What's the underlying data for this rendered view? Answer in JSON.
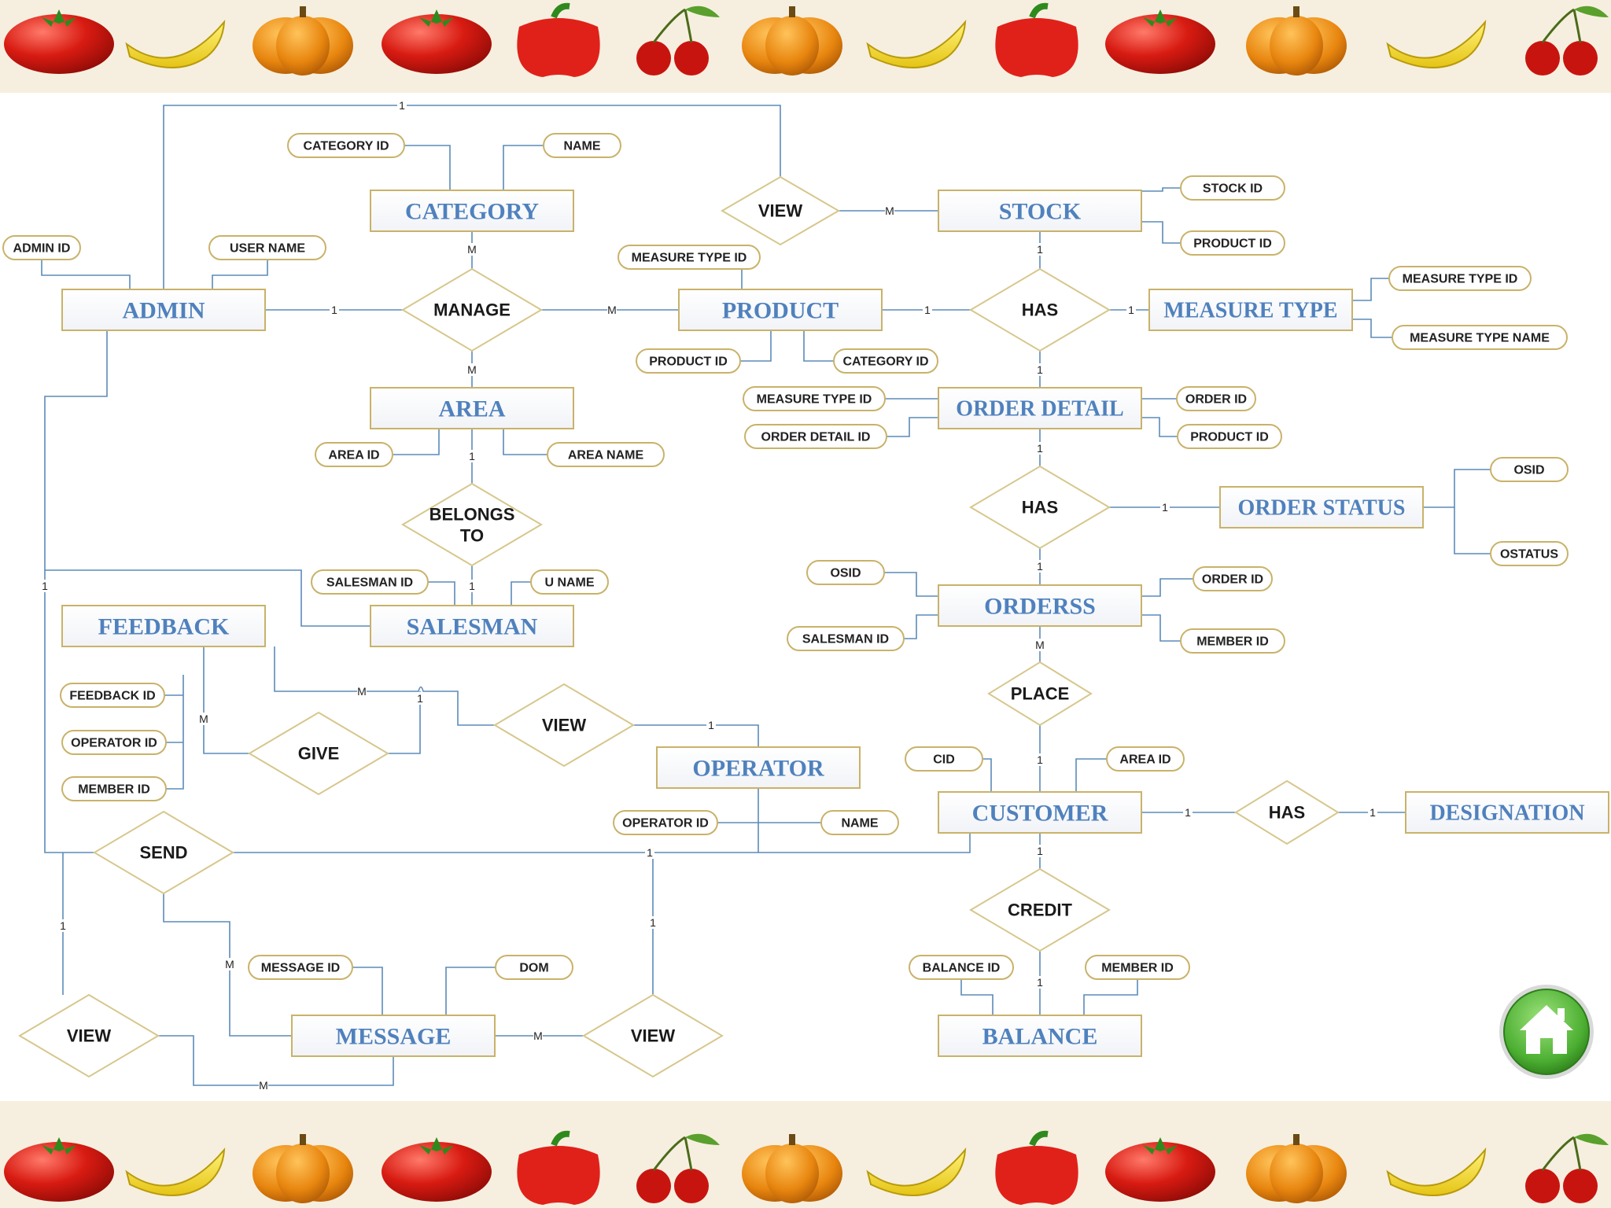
{
  "colors": {
    "background": "#ffffff",
    "band": "#f6efdf",
    "entity_text": "#4f81bd",
    "entity_border": "#c9b26a",
    "relationship_border": "#d6c78c",
    "line": "#5b8bb8",
    "home_button": "#4caf32"
  },
  "decor": {
    "fruit_row": [
      "tomato-icon",
      "banana-icon",
      "pumpkin-icon",
      "tomato-icon",
      "bell-pepper-icon",
      "cherries-icon",
      "pumpkin-icon",
      "banana-icon",
      "bell-pepper-icon",
      "tomato-icon",
      "pumpkin-icon",
      "banana-icon",
      "cherries-icon"
    ]
  },
  "home_button": {
    "icon": "home-icon"
  },
  "entities": [
    {
      "id": "admin",
      "label": "ADMIN"
    },
    {
      "id": "category",
      "label": "CATEGORY"
    },
    {
      "id": "area",
      "label": "AREA"
    },
    {
      "id": "salesman",
      "label": "SALESMAN"
    },
    {
      "id": "feedback",
      "label": "FEEDBACK"
    },
    {
      "id": "operator",
      "label": "OPERATOR"
    },
    {
      "id": "message",
      "label": "MESSAGE"
    },
    {
      "id": "product",
      "label": "PRODUCT"
    },
    {
      "id": "stock",
      "label": "STOCK"
    },
    {
      "id": "measure_type",
      "label": "MEASURE TYPE"
    },
    {
      "id": "order_detail",
      "label": "ORDER DETAIL"
    },
    {
      "id": "order_status",
      "label": "ORDER STATUS"
    },
    {
      "id": "orderss",
      "label": "ORDERSS"
    },
    {
      "id": "customer",
      "label": "CUSTOMER"
    },
    {
      "id": "designation",
      "label": "DESIGNATION"
    },
    {
      "id": "balance",
      "label": "BALANCE"
    }
  ],
  "relationships": [
    {
      "id": "view_stock",
      "label": "VIEW"
    },
    {
      "id": "manage",
      "label": "MANAGE"
    },
    {
      "id": "has_stock",
      "label": "HAS"
    },
    {
      "id": "belongs_to",
      "label": "BELONGS TO",
      "lines": [
        "BELONGS",
        "TO"
      ]
    },
    {
      "id": "has_status",
      "label": "HAS"
    },
    {
      "id": "give",
      "label": "GIVE"
    },
    {
      "id": "view_operator",
      "label": "VIEW"
    },
    {
      "id": "place",
      "label": "PLACE"
    },
    {
      "id": "send",
      "label": "SEND"
    },
    {
      "id": "has_designation",
      "label": "HAS"
    },
    {
      "id": "credit",
      "label": "CREDIT"
    },
    {
      "id": "view_admin",
      "label": "VIEW"
    },
    {
      "id": "view_message",
      "label": "VIEW"
    }
  ],
  "attributes": [
    {
      "id": "category_id",
      "label": "CATEGORY ID"
    },
    {
      "id": "category_name",
      "label": "NAME"
    },
    {
      "id": "admin_id",
      "label": "ADMIN ID"
    },
    {
      "id": "user_name",
      "label": "USER NAME"
    },
    {
      "id": "stock_id",
      "label": "STOCK ID"
    },
    {
      "id": "stock_product_id",
      "label": "PRODUCT ID"
    },
    {
      "id": "product_measure_type_id",
      "label": "MEASURE TYPE ID"
    },
    {
      "id": "mt_measure_type_id",
      "label": "MEASURE TYPE ID"
    },
    {
      "id": "mt_measure_type_name",
      "label": "MEASURE TYPE NAME"
    },
    {
      "id": "product_product_id",
      "label": "PRODUCT ID"
    },
    {
      "id": "product_category_id",
      "label": "CATEGORY ID"
    },
    {
      "id": "od_measure_type_id",
      "label": "MEASURE TYPE ID"
    },
    {
      "id": "od_order_detail_id",
      "label": "ORDER DETAIL ID"
    },
    {
      "id": "od_order_id",
      "label": "ORDER ID"
    },
    {
      "id": "od_product_id",
      "label": "PRODUCT ID"
    },
    {
      "id": "area_id",
      "label": "AREA ID"
    },
    {
      "id": "area_name",
      "label": "AREA NAME"
    },
    {
      "id": "os_osid",
      "label": "OSID"
    },
    {
      "id": "os_ostatus",
      "label": "OSTATUS"
    },
    {
      "id": "salesman_id",
      "label": "SALESMAN ID"
    },
    {
      "id": "u_name",
      "label": "U NAME"
    },
    {
      "id": "orderss_osid",
      "label": "OSID"
    },
    {
      "id": "orderss_salesman_id",
      "label": "SALESMAN ID"
    },
    {
      "id": "orderss_order_id",
      "label": "ORDER ID"
    },
    {
      "id": "orderss_member_id",
      "label": "MEMBER ID"
    },
    {
      "id": "feedback_id",
      "label": "FEEDBACK ID"
    },
    {
      "id": "feedback_operator_id",
      "label": "OPERATOR ID"
    },
    {
      "id": "feedback_member_id",
      "label": "MEMBER ID"
    },
    {
      "id": "cid",
      "label": "CID"
    },
    {
      "id": "customer_area_id",
      "label": "AREA ID"
    },
    {
      "id": "operator_id",
      "label": "OPERATOR ID"
    },
    {
      "id": "operator_name",
      "label": "NAME"
    },
    {
      "id": "message_id",
      "label": "MESSAGE ID"
    },
    {
      "id": "dom",
      "label": "DOM"
    },
    {
      "id": "balance_id",
      "label": "BALANCE ID"
    },
    {
      "id": "balance_member_id",
      "label": "MEMBER ID"
    }
  ],
  "cardinalities": [
    {
      "id": "c_admin_view_top",
      "label": "1"
    },
    {
      "id": "c_view_stock",
      "label": "M"
    },
    {
      "id": "c_admin_manage",
      "label": "1"
    },
    {
      "id": "c_manage_product",
      "label": "M"
    },
    {
      "id": "c_category_manage",
      "label": "M"
    },
    {
      "id": "c_manage_area",
      "label": "M"
    },
    {
      "id": "c_product_has",
      "label": "1"
    },
    {
      "id": "c_has_measure",
      "label": "1"
    },
    {
      "id": "c_stock_has",
      "label": "1"
    },
    {
      "id": "c_has_orderdetail",
      "label": "1"
    },
    {
      "id": "c_area_belongs",
      "label": "1"
    },
    {
      "id": "c_belongs_salesman",
      "label": "1"
    },
    {
      "id": "c_orderdetail_has",
      "label": "1"
    },
    {
      "id": "c_has_orderstatus",
      "label": "1"
    },
    {
      "id": "c_has_orderss",
      "label": "1"
    },
    {
      "id": "c_admin_left",
      "label": "1"
    },
    {
      "id": "c_orderss_place",
      "label": "M"
    },
    {
      "id": "c_feedback_m",
      "label": "M"
    },
    {
      "id": "c_give_m",
      "label": "M"
    },
    {
      "id": "c_give_salesman",
      "label": "1"
    },
    {
      "id": "c_view_operator",
      "label": "1"
    },
    {
      "id": "c_place_customer",
      "label": "1"
    },
    {
      "id": "c_customer_has",
      "label": "1"
    },
    {
      "id": "c_has_designation",
      "label": "1"
    },
    {
      "id": "c_send_line",
      "label": "1"
    },
    {
      "id": "c_customer_credit",
      "label": "1"
    },
    {
      "id": "c_left_view",
      "label": "1"
    },
    {
      "id": "c_send_message",
      "label": "M"
    },
    {
      "id": "c_view_message_top",
      "label": "1"
    },
    {
      "id": "c_credit_balance",
      "label": "1"
    },
    {
      "id": "c_message_view",
      "label": "M"
    },
    {
      "id": "c_view_bottom",
      "label": "M"
    }
  ]
}
